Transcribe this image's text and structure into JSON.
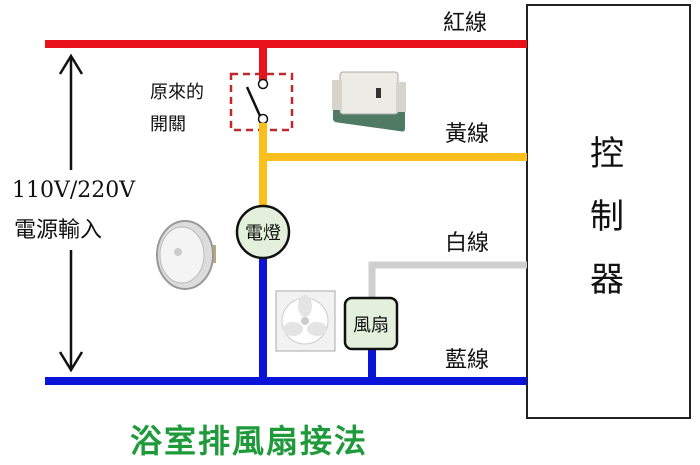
{
  "wires": {
    "red": {
      "label": "紅線",
      "color": "#e8121a"
    },
    "yellow": {
      "label": "黃線",
      "color": "#fbbf1c"
    },
    "white": {
      "label": "白線",
      "color": "#cfcfcf"
    },
    "blue": {
      "label": "藍線",
      "color": "#0a14d8"
    }
  },
  "power_input": {
    "voltage": "110V/220V",
    "label": "電源輸入"
  },
  "switch": {
    "label_line1": "原來的",
    "label_line2": "開關",
    "box_color": "#c0282c"
  },
  "lamp": {
    "label": "電燈"
  },
  "fan": {
    "label": "風扇"
  },
  "controller": {
    "chars": [
      "控",
      "制",
      "器"
    ]
  },
  "title": "浴室排風扇接法",
  "node_fill": "#e3f1dc"
}
